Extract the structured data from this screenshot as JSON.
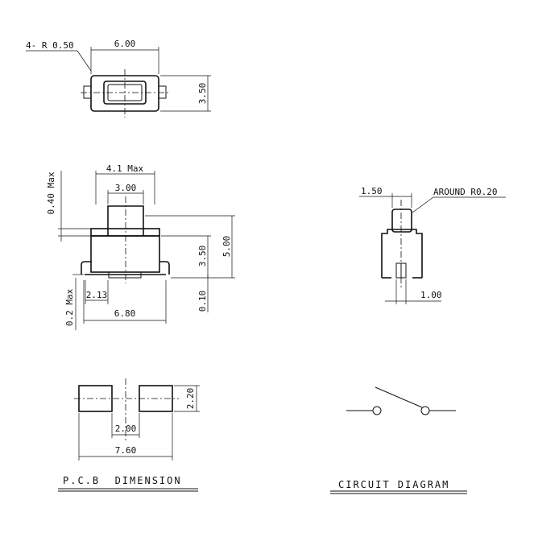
{
  "top_view": {
    "radius_note": "4- R 0.50",
    "width": "6.00",
    "height": "3.50"
  },
  "side_view": {
    "actuator_max": "4.1 Max",
    "actuator_width": "3.00",
    "stem_max": "0.40 Max",
    "body_height": "3.50",
    "total_height": "5.00",
    "terminal_offset": "2.13",
    "base_width": "6.80",
    "standoff": "0.10",
    "bottom_max": "0.2 Max"
  },
  "end_view": {
    "cap_width": "1.50",
    "corner_radius": "AROUND R0.20",
    "pin_width": "1.00"
  },
  "pcb": {
    "pad_height": "2.20",
    "gap": "2.00",
    "span": "7.60",
    "title": "P.C.B  DIMENSION"
  },
  "circuit": {
    "title": "CIRCUIT DIAGRAM"
  }
}
